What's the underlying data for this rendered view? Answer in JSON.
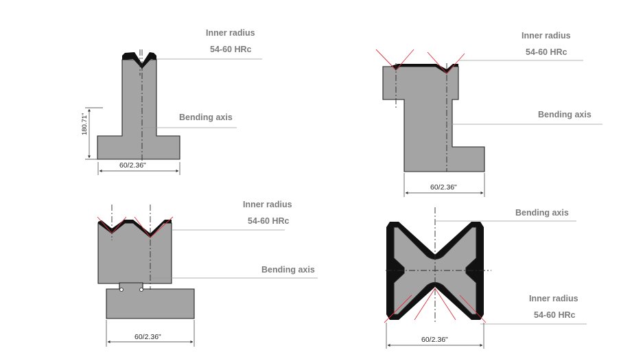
{
  "colors": {
    "body": "#a4a4a4",
    "outline": "#222222",
    "hardened": "#111111",
    "angle": "#e0313a",
    "label": "#7a7a7a"
  },
  "tools": [
    {
      "id": "single-v",
      "labels": {
        "inner_radius": "Inner radius",
        "hardness": "54-60 HRc",
        "bending_axis": "Bending axis"
      },
      "width_dim": "60/2.36\"",
      "height_dim": "180.71\""
    },
    {
      "id": "double-v",
      "labels": {
        "inner_radius": "Inner radius",
        "hardness": "54-60 HRc",
        "bending_axis": "Bending axis"
      },
      "width_dim": "60/2.36\""
    },
    {
      "id": "offset-v",
      "labels": {
        "inner_radius": "Inner radius",
        "hardness": "54-60 HRc",
        "bending_axis": "Bending axis"
      },
      "width_dim": "60/2.36\""
    },
    {
      "id": "four-way",
      "labels": {
        "inner_radius": "Inner radius",
        "hardness": "54-60 HRc",
        "bending_axis": "Bending axis"
      },
      "width_dim": "60/2.36\""
    }
  ]
}
